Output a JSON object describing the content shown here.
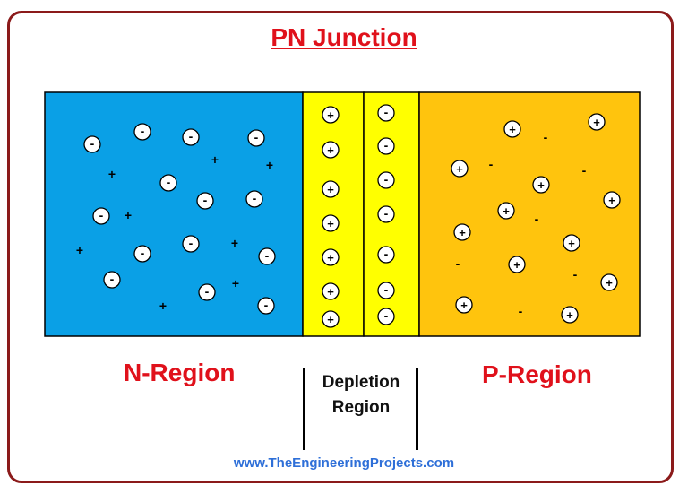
{
  "title": "PN Junction",
  "regions": {
    "n_label": "N-Region",
    "depletion_label_line1": "Depletion",
    "depletion_label_line2": "Region",
    "p_label": "P-Region"
  },
  "colors": {
    "n_region": "#0aa0e6",
    "depletion": "#ffff00",
    "p_region": "#ffc40d",
    "accent": "#e0111b"
  },
  "symbols": {
    "electron": "-",
    "hole": "+"
  },
  "website": "www.TheEngineeringProjects.com"
}
